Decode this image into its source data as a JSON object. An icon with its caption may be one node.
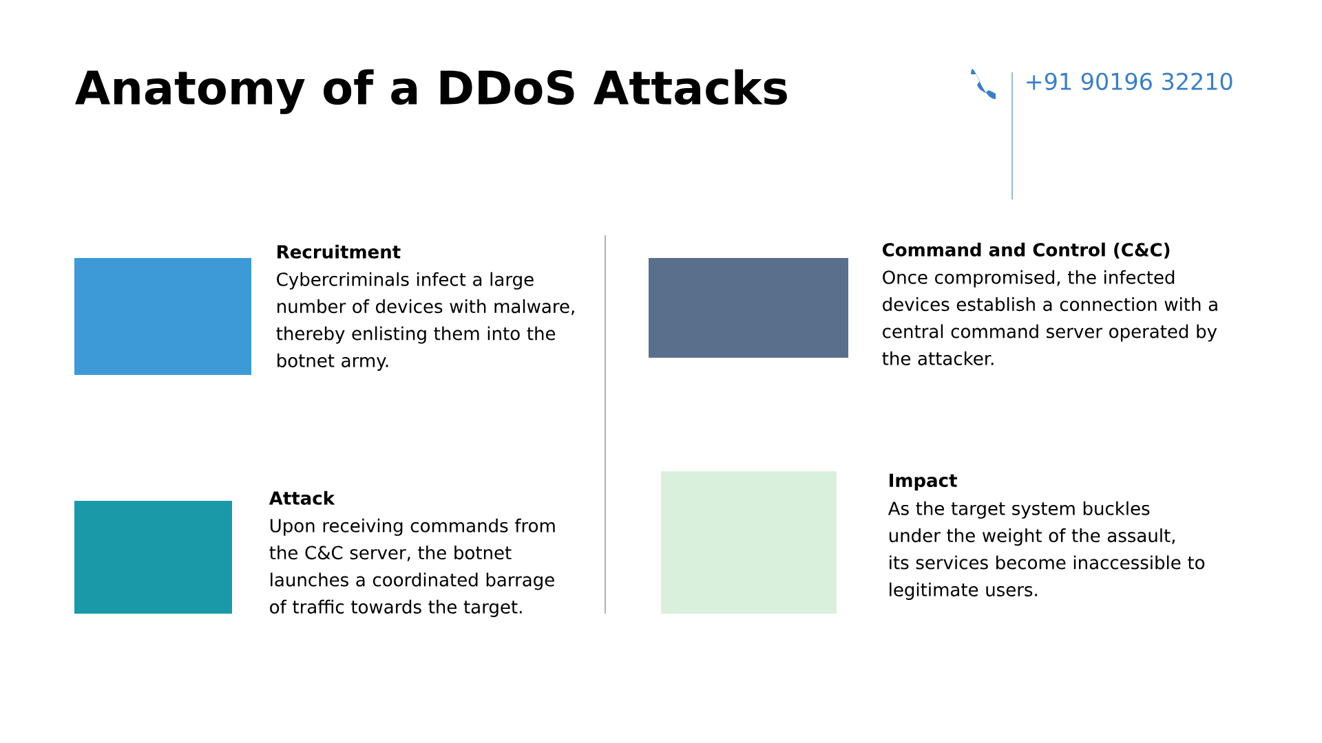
{
  "diagram": {
    "title": "Anatomy of a DDoS Attacks",
    "labels": [
      "+91 90196 32210",
      "Recruitment",
      "Cybercriminals infect a large number of devices with malware, thereby enlisting them into the botnet army.",
      "Command and Control (C&C)",
      "Once compromised, the infected devices establish a connection with a central command server operated by the attacker.",
      "Attack",
      "Upon receiving commands from the C&C server, the botnet launches a coordinated barrage of traffic towards the target.",
      "Impact",
      "As the target system buckles under the weight of the assault, its services become inaccessible to legitimate users."
    ]
  }
}
